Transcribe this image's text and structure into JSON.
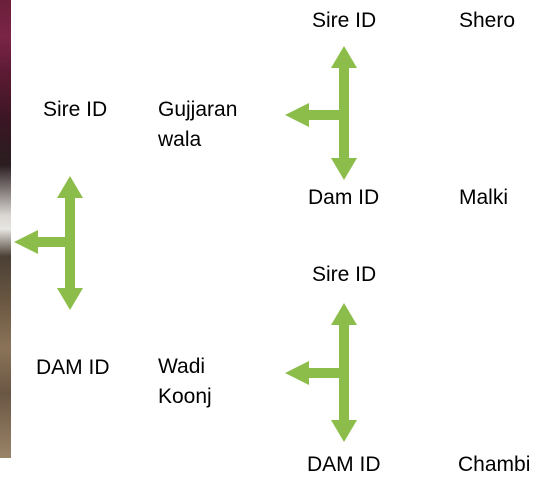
{
  "colors": {
    "arrow": "#8cbd4a",
    "background": "#ffffff"
  },
  "root": {
    "sire_label": "Sire ID",
    "sire_name_line1": "Gujjaran",
    "sire_name_line2": "wala",
    "dam_label": "DAM ID",
    "dam_name_line1": "Wadi",
    "dam_name_line2": "Koonj"
  },
  "sire_branch": {
    "sire_label": "Sire ID",
    "sire_name": "Shero",
    "dam_label": "Dam ID",
    "dam_name": "Malki"
  },
  "dam_branch": {
    "sire_label": "Sire ID",
    "dam_label": "DAM ID",
    "dam_name": "Chambi"
  }
}
